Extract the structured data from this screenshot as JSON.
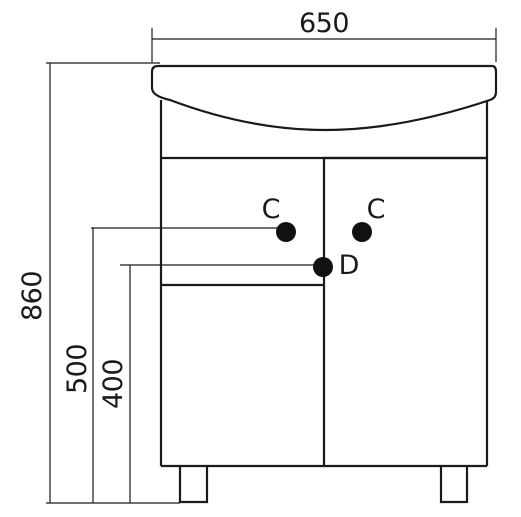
{
  "dimensions": {
    "width_label": "650",
    "total_height_label": "860",
    "height_500_label": "500",
    "height_400_label": "400"
  },
  "connections": {
    "c_left_label": "C",
    "c_right_label": "C",
    "d_label": "D"
  }
}
